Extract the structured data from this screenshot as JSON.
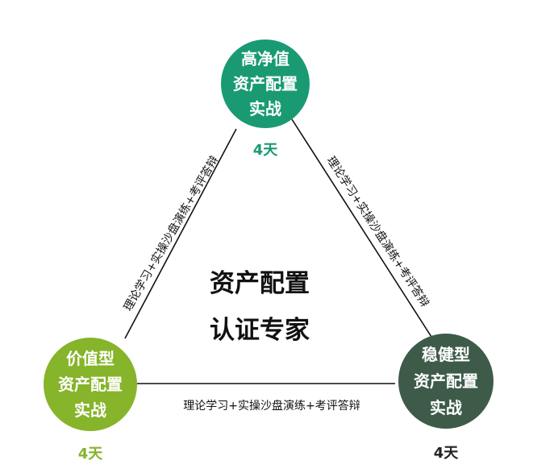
{
  "center": {
    "line1": "资产配置",
    "line2": "认证专家"
  },
  "nodes": {
    "top": {
      "lines": [
        "高净值",
        "资产配置",
        "实战"
      ],
      "days": "4天",
      "color": "#1a9a73"
    },
    "left": {
      "lines": [
        "价值型",
        "资产配置",
        "实战"
      ],
      "days": "4天",
      "color": "#86b42a"
    },
    "right": {
      "lines": [
        "稳健型",
        "资产配置",
        "实战"
      ],
      "days": "4天",
      "color": "#3d5b48"
    }
  },
  "edges": {
    "left": "理论学习+实操沙盘演练+考评答辩",
    "right": "理论学习+实操沙盘演练+考评答辩",
    "bottom": "理论学习+实操沙盘演练+考评答辩"
  },
  "colors": {
    "days_top": "#1a9a73",
    "days_left": "#86b42a",
    "days_right": "#222222",
    "line": "#111111"
  }
}
